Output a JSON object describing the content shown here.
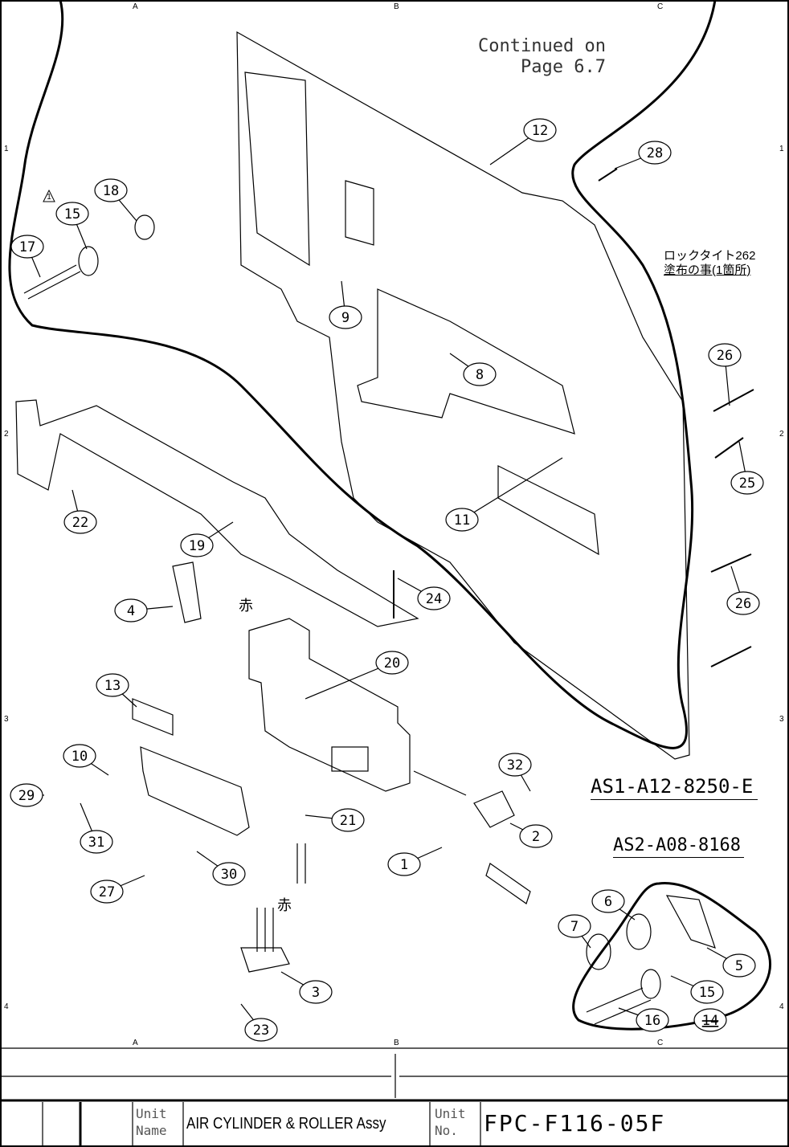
{
  "grid": {
    "columns": [
      "A",
      "B",
      "C"
    ],
    "rows": [
      "1",
      "2",
      "3",
      "4"
    ]
  },
  "notes": {
    "continued_line1": "Continued on",
    "continued_line2": "Page 6.7",
    "loctite_line1": "ロックタイト262",
    "loctite_line2": "塗布の事(1箇所)",
    "red_mark": "赤",
    "revision_mark": "1"
  },
  "assemblies": {
    "as1": "AS1-A12-8250-E",
    "as2": "AS2-A08-8168"
  },
  "callouts": [
    "12",
    "28",
    "18",
    "15",
    "17",
    "9",
    "8",
    "26",
    "25",
    "22",
    "19",
    "11",
    "24",
    "26",
    "4",
    "20",
    "13",
    "10",
    "32",
    "29",
    "31",
    "21",
    "2",
    "1",
    "30",
    "27",
    "6",
    "7",
    "5",
    "3",
    "15",
    "16",
    "14",
    "23"
  ],
  "title_block": {
    "unit_name_label_1": "Unit",
    "unit_name_label_2": "Name",
    "unit_name": "AIR CYLINDER & ROLLER Assy",
    "unit_no_label_1": "Unit",
    "unit_no_label_2": "No.",
    "unit_no": "FPC-F116-05F"
  }
}
